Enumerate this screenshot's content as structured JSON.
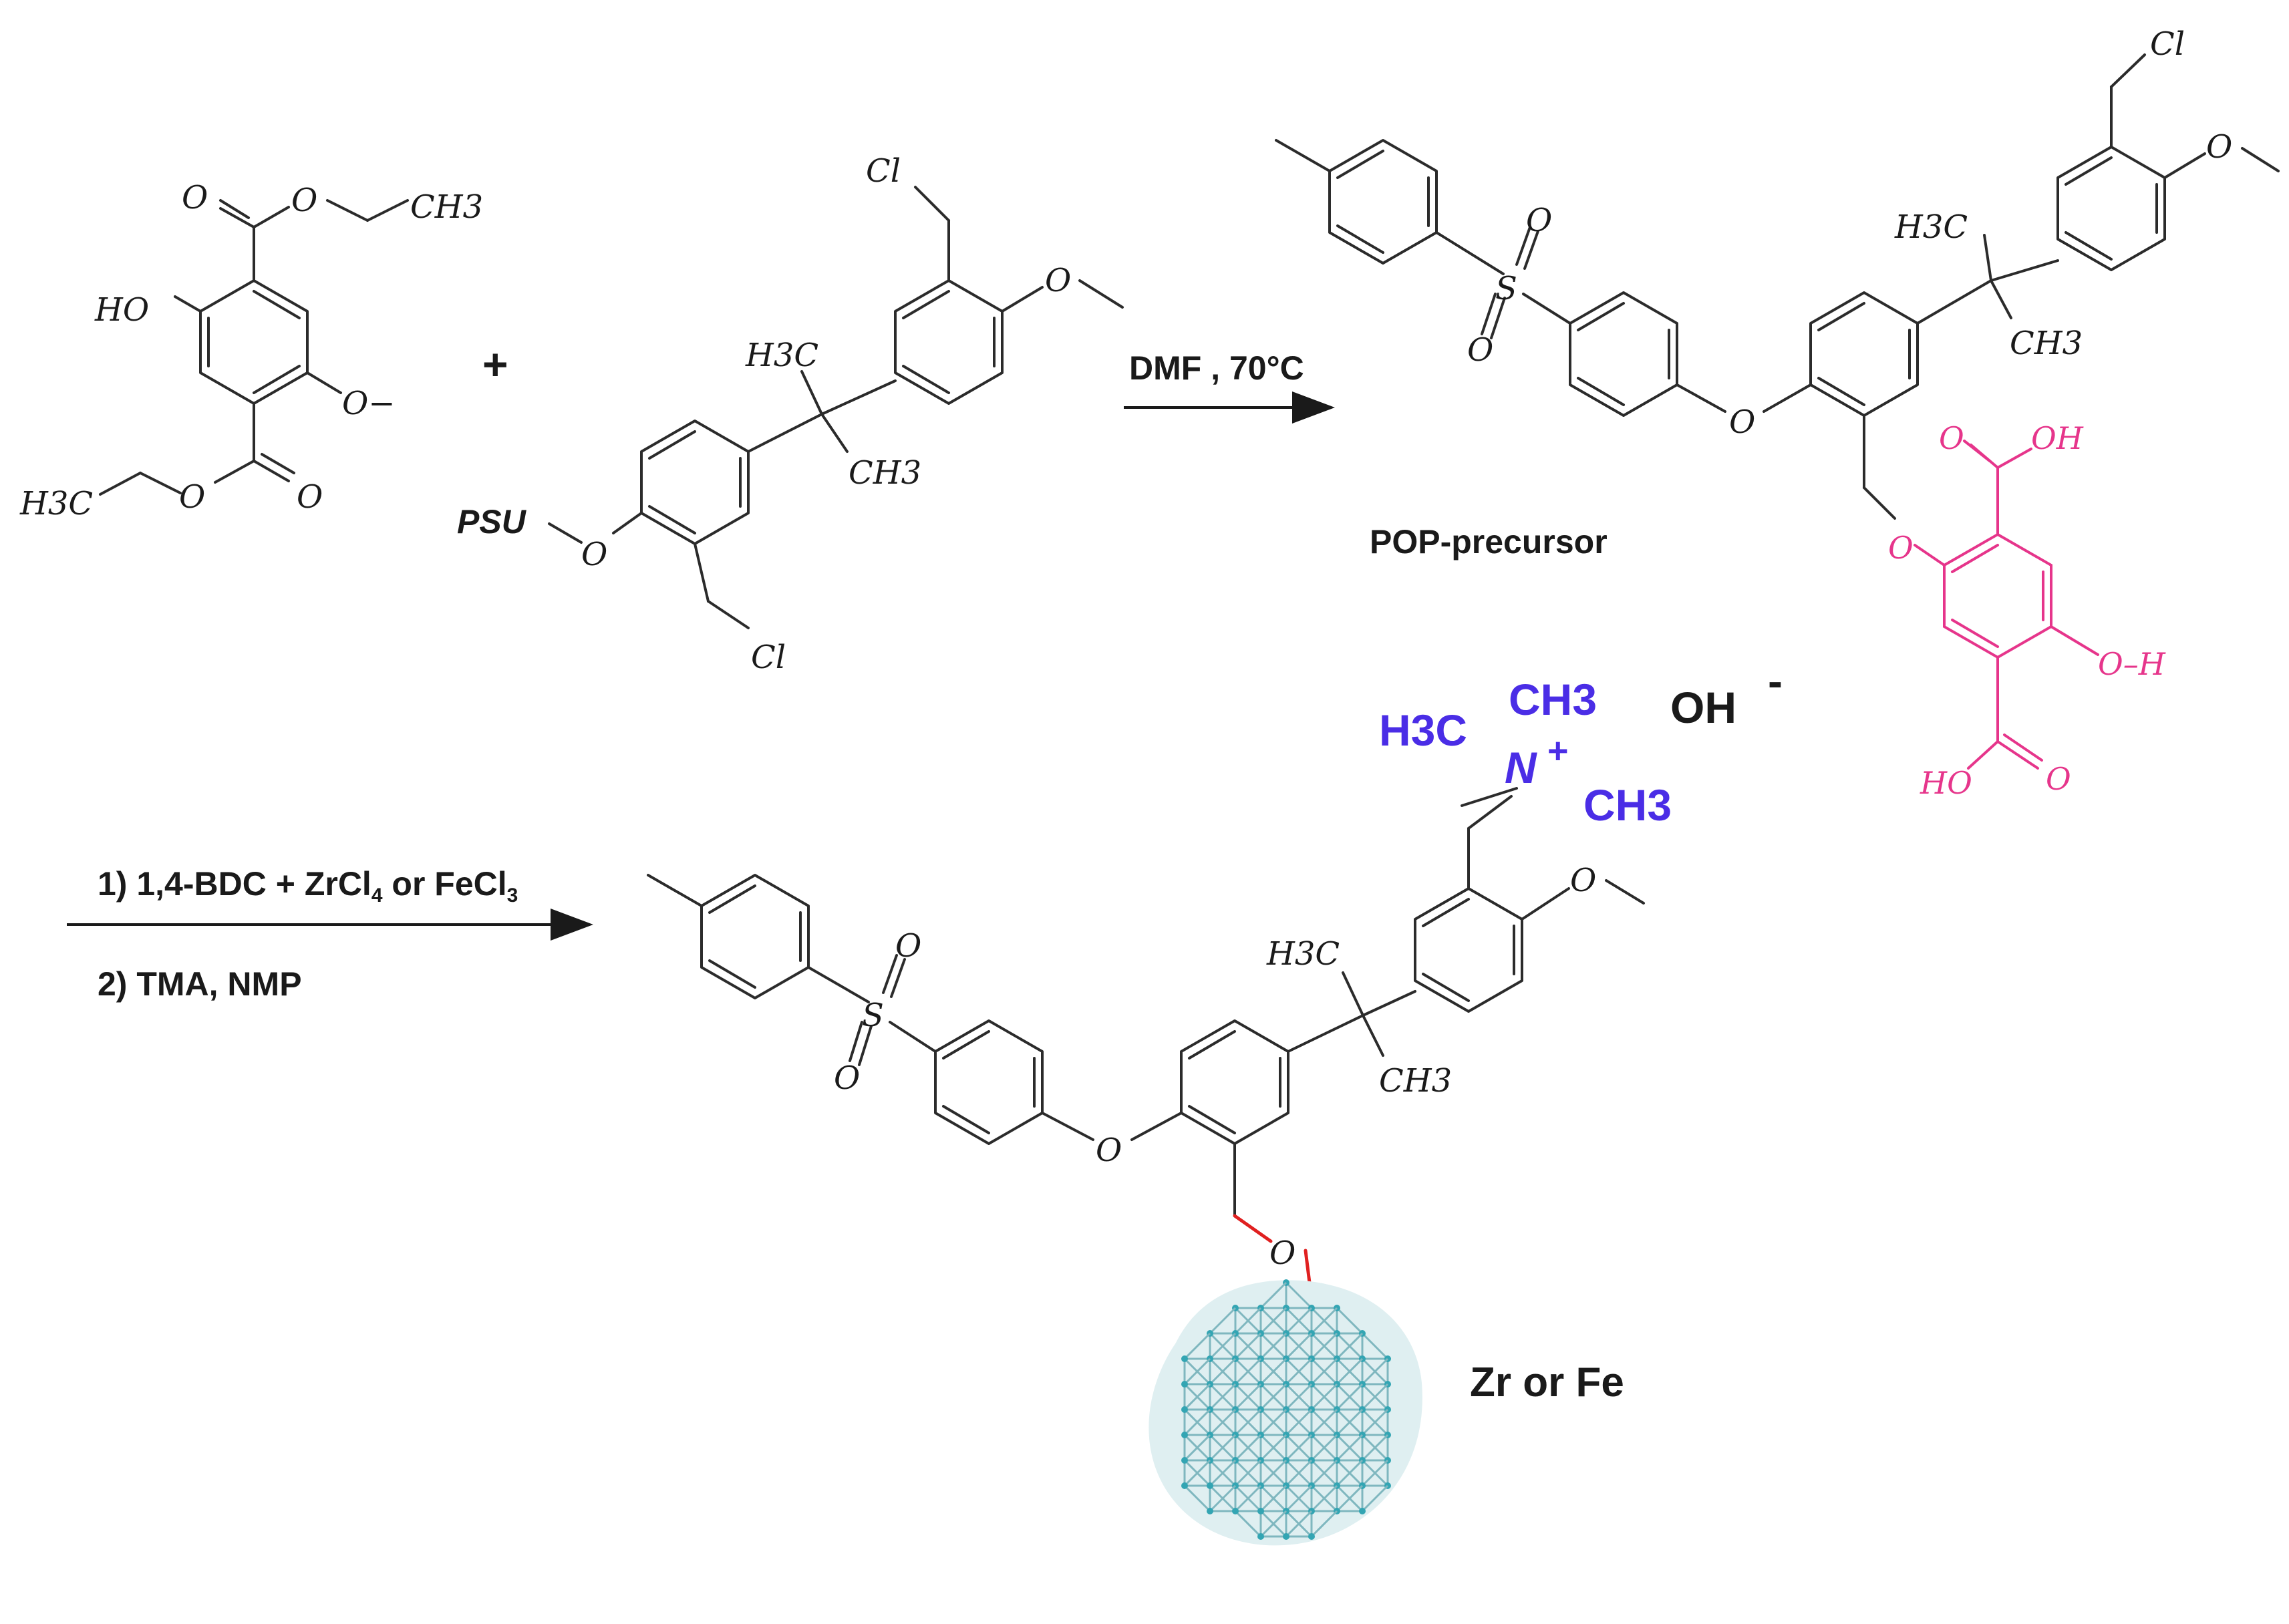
{
  "reactant1": {
    "atoms": [
      "O",
      "O",
      "CH3",
      "HO",
      "O−",
      "H3C",
      "O",
      "O"
    ]
  },
  "plus_sign": "+",
  "reactant2": {
    "atoms": [
      "Cl",
      "O",
      "H3C",
      "CH3",
      "PSU",
      "O",
      "Cl"
    ]
  },
  "step1": {
    "conditions": "DMF , 70°C"
  },
  "precursor": {
    "name": "POP-precursor",
    "atoms": [
      "Cl",
      "O",
      "O",
      "O",
      "S",
      "H3C",
      "CH3",
      "O"
    ],
    "linker_atoms": [
      "O",
      "OH",
      "O",
      "O–H",
      "HO",
      "O"
    ]
  },
  "step2": {
    "line1": "1) 1,4-BDC + ZrCl",
    "line1_sub1": "4",
    "line1_mid": " or FeCl",
    "line1_sub2": "3",
    "line2": "2) TMA, NMP"
  },
  "quaternary": {
    "left_methyl": "H3C",
    "top_methyl": "CH3",
    "nitrogen": "N",
    "charge": "+",
    "right_methyl": "CH3"
  },
  "counterion": {
    "formula": "OH",
    "charge": "-"
  },
  "product": {
    "atoms": [
      "O",
      "O",
      "S",
      "O",
      "H3C",
      "CH3",
      "O",
      "O"
    ],
    "mof_label": "Zr or Fe"
  },
  "colors": {
    "bond": "#2b2b2b",
    "linker": "#e6358b",
    "ammonium": "#4a2de6",
    "tether": "#e02020",
    "mof_node": "#33a5b3"
  }
}
